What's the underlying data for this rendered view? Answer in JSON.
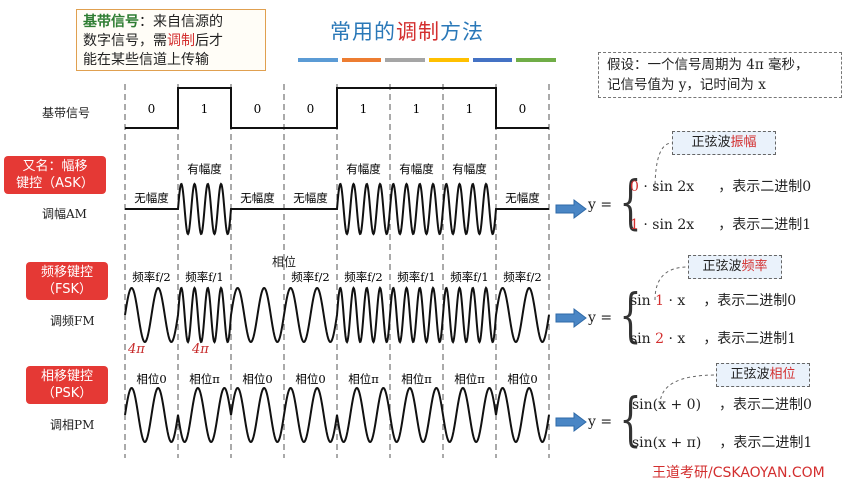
{
  "note": {
    "p1": "基带信号",
    "p2": "：来自信源的",
    "p3": "数字信号，需",
    "p4": "调制",
    "p5": "后才",
    "p6": "能在某些信道上传输"
  },
  "title": {
    "p1": "常用的",
    "p2": "调制",
    "p3": "方法"
  },
  "title_bar_colors": [
    "#5b9bd5",
    "#ed7d31",
    "#a5a5a5",
    "#ffc000",
    "#4472c4",
    "#70ad47"
  ],
  "assume": {
    "line1": "假设：一个信号周期为 4π 毫秒，",
    "line2": "记信号值为 y，记时间为 x"
  },
  "baseband": {
    "label": "基带信号",
    "bits": [
      "0",
      "1",
      "0",
      "0",
      "1",
      "1",
      "1",
      "0"
    ]
  },
  "ask": {
    "tag_line1": "又名：幅移",
    "tag_line2": "键控（ASK）",
    "label": "调幅AM",
    "slot_labels": [
      "无幅度",
      "有幅度",
      "无幅度",
      "无幅度",
      "有幅度",
      "有幅度",
      "有幅度",
      "无幅度"
    ],
    "box_prefix": "正弦波",
    "box_key": "振幅",
    "eq_y": "y =",
    "line1_coef": "0",
    "line1_rest": " · sin 2x",
    "line1_desc": "，表示二进制0",
    "line2_coef": "1",
    "line2_rest": " · sin 2x",
    "line2_desc": "，表示二进制1"
  },
  "fsk": {
    "tag_line1": "频移键控",
    "tag_line2": "（FSK）",
    "label": "调频FM",
    "slot_labels": [
      "频率f/2",
      "频率f/1",
      "",
      "频率f/2",
      "频率f/2",
      "频率f/1",
      "频率f/1",
      "频率f/2"
    ],
    "phase_note": "相位",
    "box_prefix": "正弦波",
    "box_key": "频率",
    "eq_y": "y =",
    "line1_pre": "sin ",
    "line1_coef": "1",
    "line1_rest": " · x",
    "line1_desc": "，表示二进制0",
    "line2_pre": "sin ",
    "line2_coef": "2",
    "line2_rest": " · x",
    "line2_desc": "，表示二进制1"
  },
  "psk": {
    "tag_line1": "相移键控",
    "tag_line2": "（PSK）",
    "label": "调相PM",
    "slot_labels": [
      "相位0",
      "相位π",
      "相位0",
      "相位0",
      "相位π",
      "相位π",
      "相位π",
      "相位0"
    ],
    "handwritten": [
      "4π",
      "4π"
    ],
    "box_prefix": "正弦波",
    "box_key": "相位",
    "eq_y": "y =",
    "line1": "sin(x + 0)",
    "line1_desc": "，表示二进制0",
    "line2": "sin(x + π)",
    "line2_desc": "，表示二进制1"
  },
  "footer": "王道考研/CSKAOYAN.COM"
}
